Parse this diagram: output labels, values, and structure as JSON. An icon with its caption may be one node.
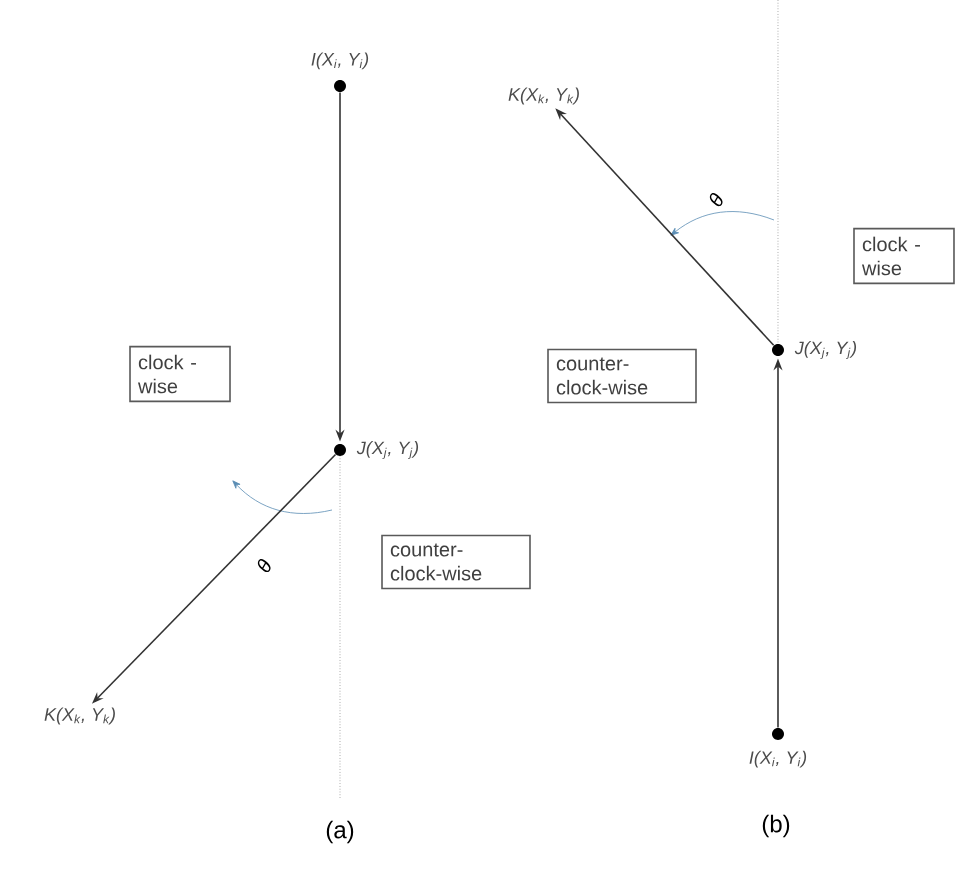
{
  "diagram": {
    "nodes": [
      {
        "text": [],
        "shape": "circle",
        "beside": [
          "I(X$_{i}$, Y$_{i}$)"
        ]
      },
      {
        "text": [
          "clock -wise"
        ]
      },
      {
        "text": [],
        "shape": "circle",
        "beside": [
          "J(X$_{j}$, Y$_{j}$)"
        ]
      },
      {
        "text": [
          "counter- clock-wise"
        ]
      },
      {
        "text": [
          "K(X$_{k}$, Y$_{k}$)"
        ]
      },
      {
        "text": [
          "K(X$_{k}$, Y$_{k}$)"
        ]
      },
      {
        "text": [
          "clock -wise"
        ]
      },
      {
        "text": [],
        "shape": "circle",
        "beside": [
          "J(X$_{j}$, Y$_{j}$)"
        ]
      },
      {
        "text": [
          "counter- clock-wise"
        ]
      },
      {
        "text": [],
        "shape": "circle",
        "beside": [
          "I(X$_{i}$, Y$_{i}$)"
        ]
      }
    ],
    "edges": [
      {
        "from": 0,
        "to": 2,
        "arrow": "to"
      },
      {
        "from": 2,
        "to": 4,
        "arrow": "to"
      },
      {
        "from": 9,
        "to": 7,
        "arrow": "to"
      },
      {
        "from": 7,
        "to": 5,
        "arrow": "to"
      }
    ],
    "labels": [
      "θ",
      "(a)",
      "θ",
      "(b)"
    ]
  }
}
